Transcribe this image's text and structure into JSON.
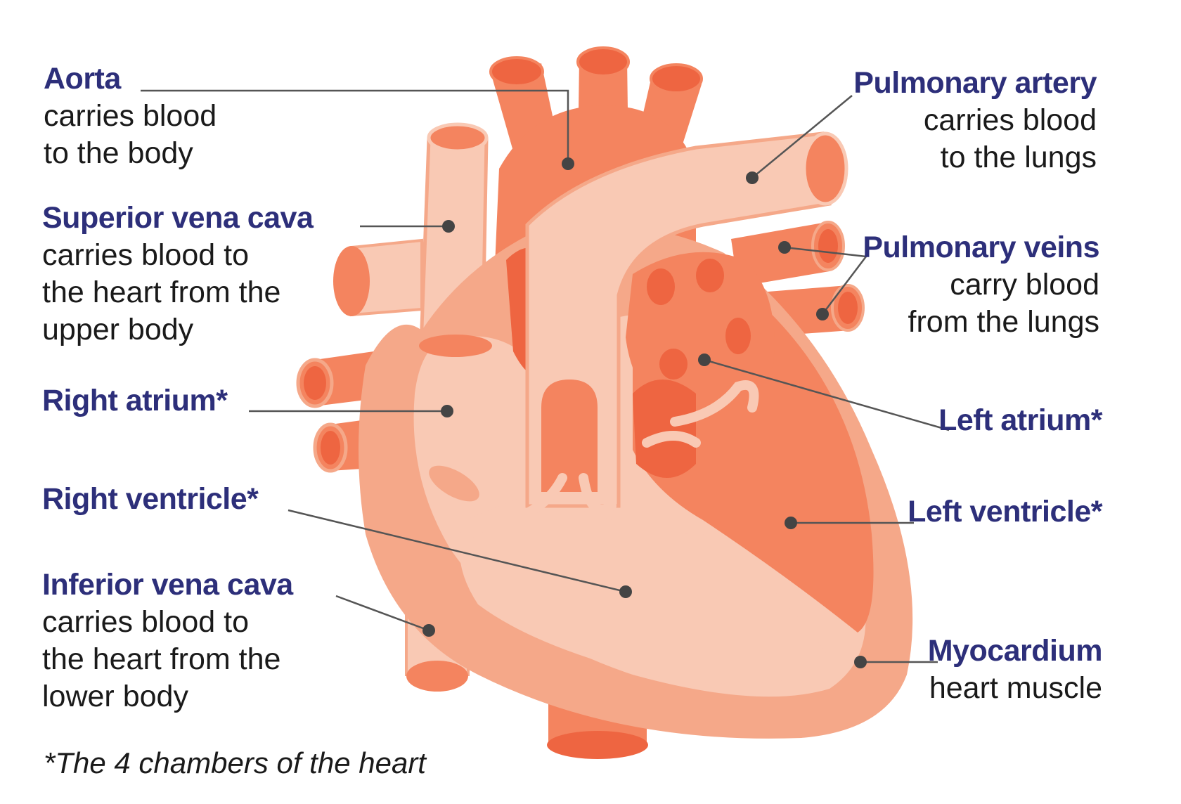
{
  "colors": {
    "light": "#f9c9b4",
    "mid": "#f5a889",
    "orange": "#f4845f",
    "deep": "#ee6541",
    "title": "#2d2f7a",
    "leader": "#555555"
  },
  "labels": {
    "aorta": {
      "title": "Aorta",
      "desc": [
        "carries blood",
        "to the body"
      ]
    },
    "superior_vena_cava": {
      "title": "Superior vena cava",
      "desc": [
        "carries blood to",
        "the heart from the",
        "upper body"
      ]
    },
    "right_atrium": {
      "title": "Right atrium*"
    },
    "right_ventricle": {
      "title": "Right ventricle*"
    },
    "inferior_vena_cava": {
      "title": "Inferior vena cava",
      "desc": [
        "carries blood to",
        "the heart from the",
        "lower body"
      ]
    },
    "pulmonary_artery": {
      "title": "Pulmonary artery",
      "desc": [
        "carries blood",
        "to the lungs"
      ]
    },
    "pulmonary_veins": {
      "title": "Pulmonary veins",
      "desc": [
        "carry blood",
        "from the lungs"
      ]
    },
    "left_atrium": {
      "title": "Left atrium*"
    },
    "left_ventricle": {
      "title": "Left ventricle*"
    },
    "myocardium": {
      "title": "Myocardium",
      "desc": [
        "heart muscle"
      ]
    }
  },
  "footnote": "*The 4 chambers of the heart"
}
